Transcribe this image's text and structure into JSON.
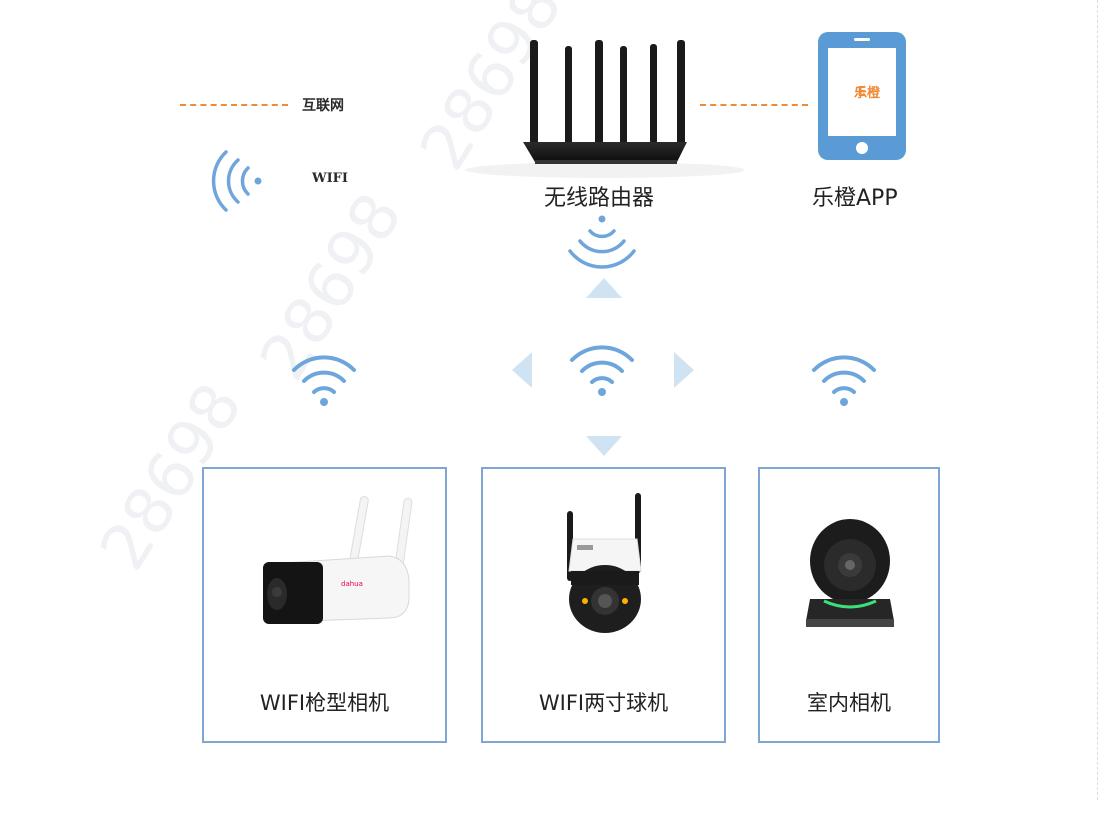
{
  "legend": {
    "internet_label": "互联网",
    "wifi_label": "WIFI"
  },
  "router": {
    "label": "无线路由器"
  },
  "app": {
    "label": "乐橙APP",
    "screen_logo": "乐橙"
  },
  "devices": [
    {
      "label": "WIFI枪型相机"
    },
    {
      "label": "WIFI两寸球机"
    },
    {
      "label": "室内相机"
    }
  ],
  "watermark_text": "28698",
  "colors": {
    "internet_line": "#ef8a35",
    "wifi": "#6ea6dc",
    "box_border": "#7fa6d4",
    "arrow": "#cfe3f3",
    "phone_body": "#5b9bd5",
    "app_logo": "#ef8a35"
  }
}
